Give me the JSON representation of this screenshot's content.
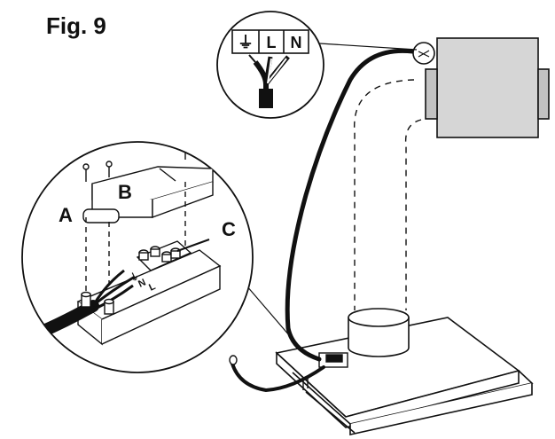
{
  "figure": {
    "title": "Fig. 9"
  },
  "terminal_labels": {
    "earth": "⏚",
    "live": "L",
    "neutral": "N"
  },
  "callouts": {
    "a": "A",
    "b": "B",
    "c": "C"
  },
  "terminal_block_marks": {
    "earth": "⏚",
    "neutral": "N",
    "live": "L"
  },
  "colors": {
    "line": "#111111",
    "motor_fill": "#d6d6d6",
    "motor_side": "#c2c2c2",
    "background": "#ffffff"
  }
}
